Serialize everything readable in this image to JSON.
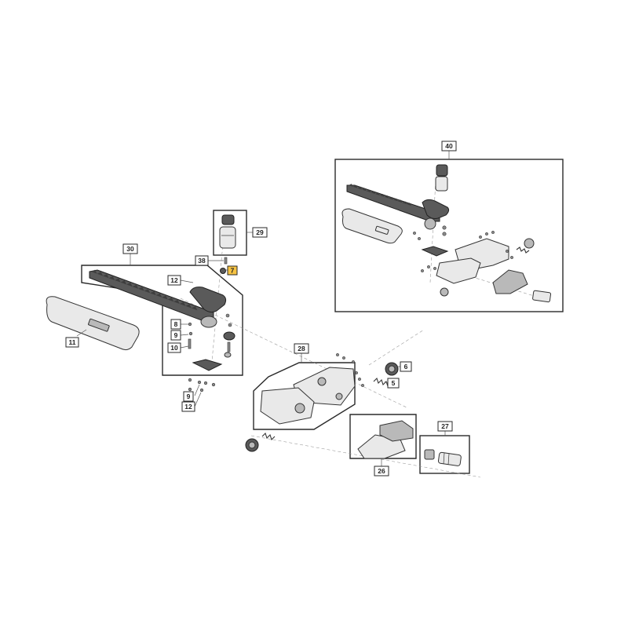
{
  "callouts": {
    "c40": "40",
    "c29": "29",
    "c30": "30",
    "c38": "38",
    "c7": "7",
    "c12a": "12",
    "c8": "8",
    "c9a": "9",
    "c10": "10",
    "c11": "11",
    "c9b": "9",
    "c12b": "12",
    "c28": "28",
    "c6": "6",
    "c5": "5",
    "c27": "27",
    "c26": "26"
  },
  "colors": {
    "highlight": "#f6c343",
    "frame": "#2a2a2a",
    "part_fill": "#e9e9e9",
    "part_dark": "#5a5a5a"
  }
}
